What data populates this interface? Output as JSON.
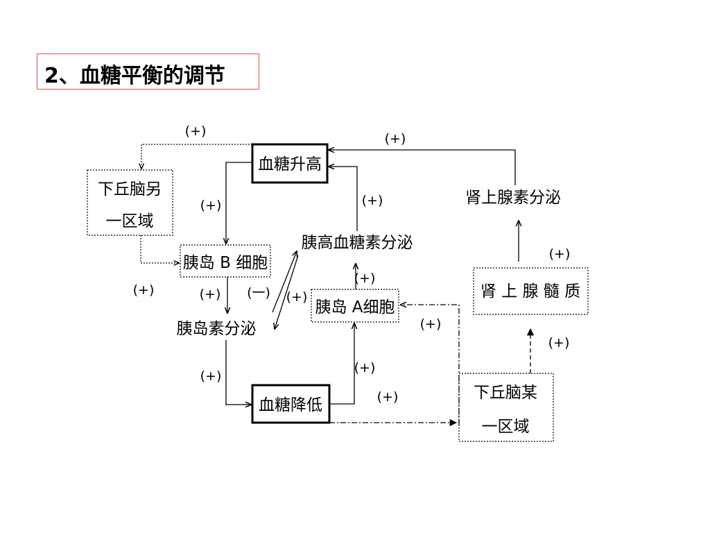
{
  "title": "2、血糖平衡的调节",
  "nodes": {
    "sugar_high": "血糖升高",
    "hypothalamus_other_1": "下丘脑另",
    "hypothalamus_other_2": "一区域",
    "islet_b": "胰岛 B 细胞",
    "insulin_secretion": "胰岛素分泌",
    "glucagon_secretion": "胰高血糖素分泌",
    "islet_a": "胰岛 A细胞",
    "sugar_low": "血糖降低",
    "adrenaline_secretion": "肾上腺素分泌",
    "adrenal_medulla": "肾 上 腺 髓 质",
    "hypothalamus_some_1": "下丘脑某",
    "hypothalamus_some_2": "一区域"
  },
  "signs": {
    "plus": "(+)",
    "minus": "(一)"
  }
}
